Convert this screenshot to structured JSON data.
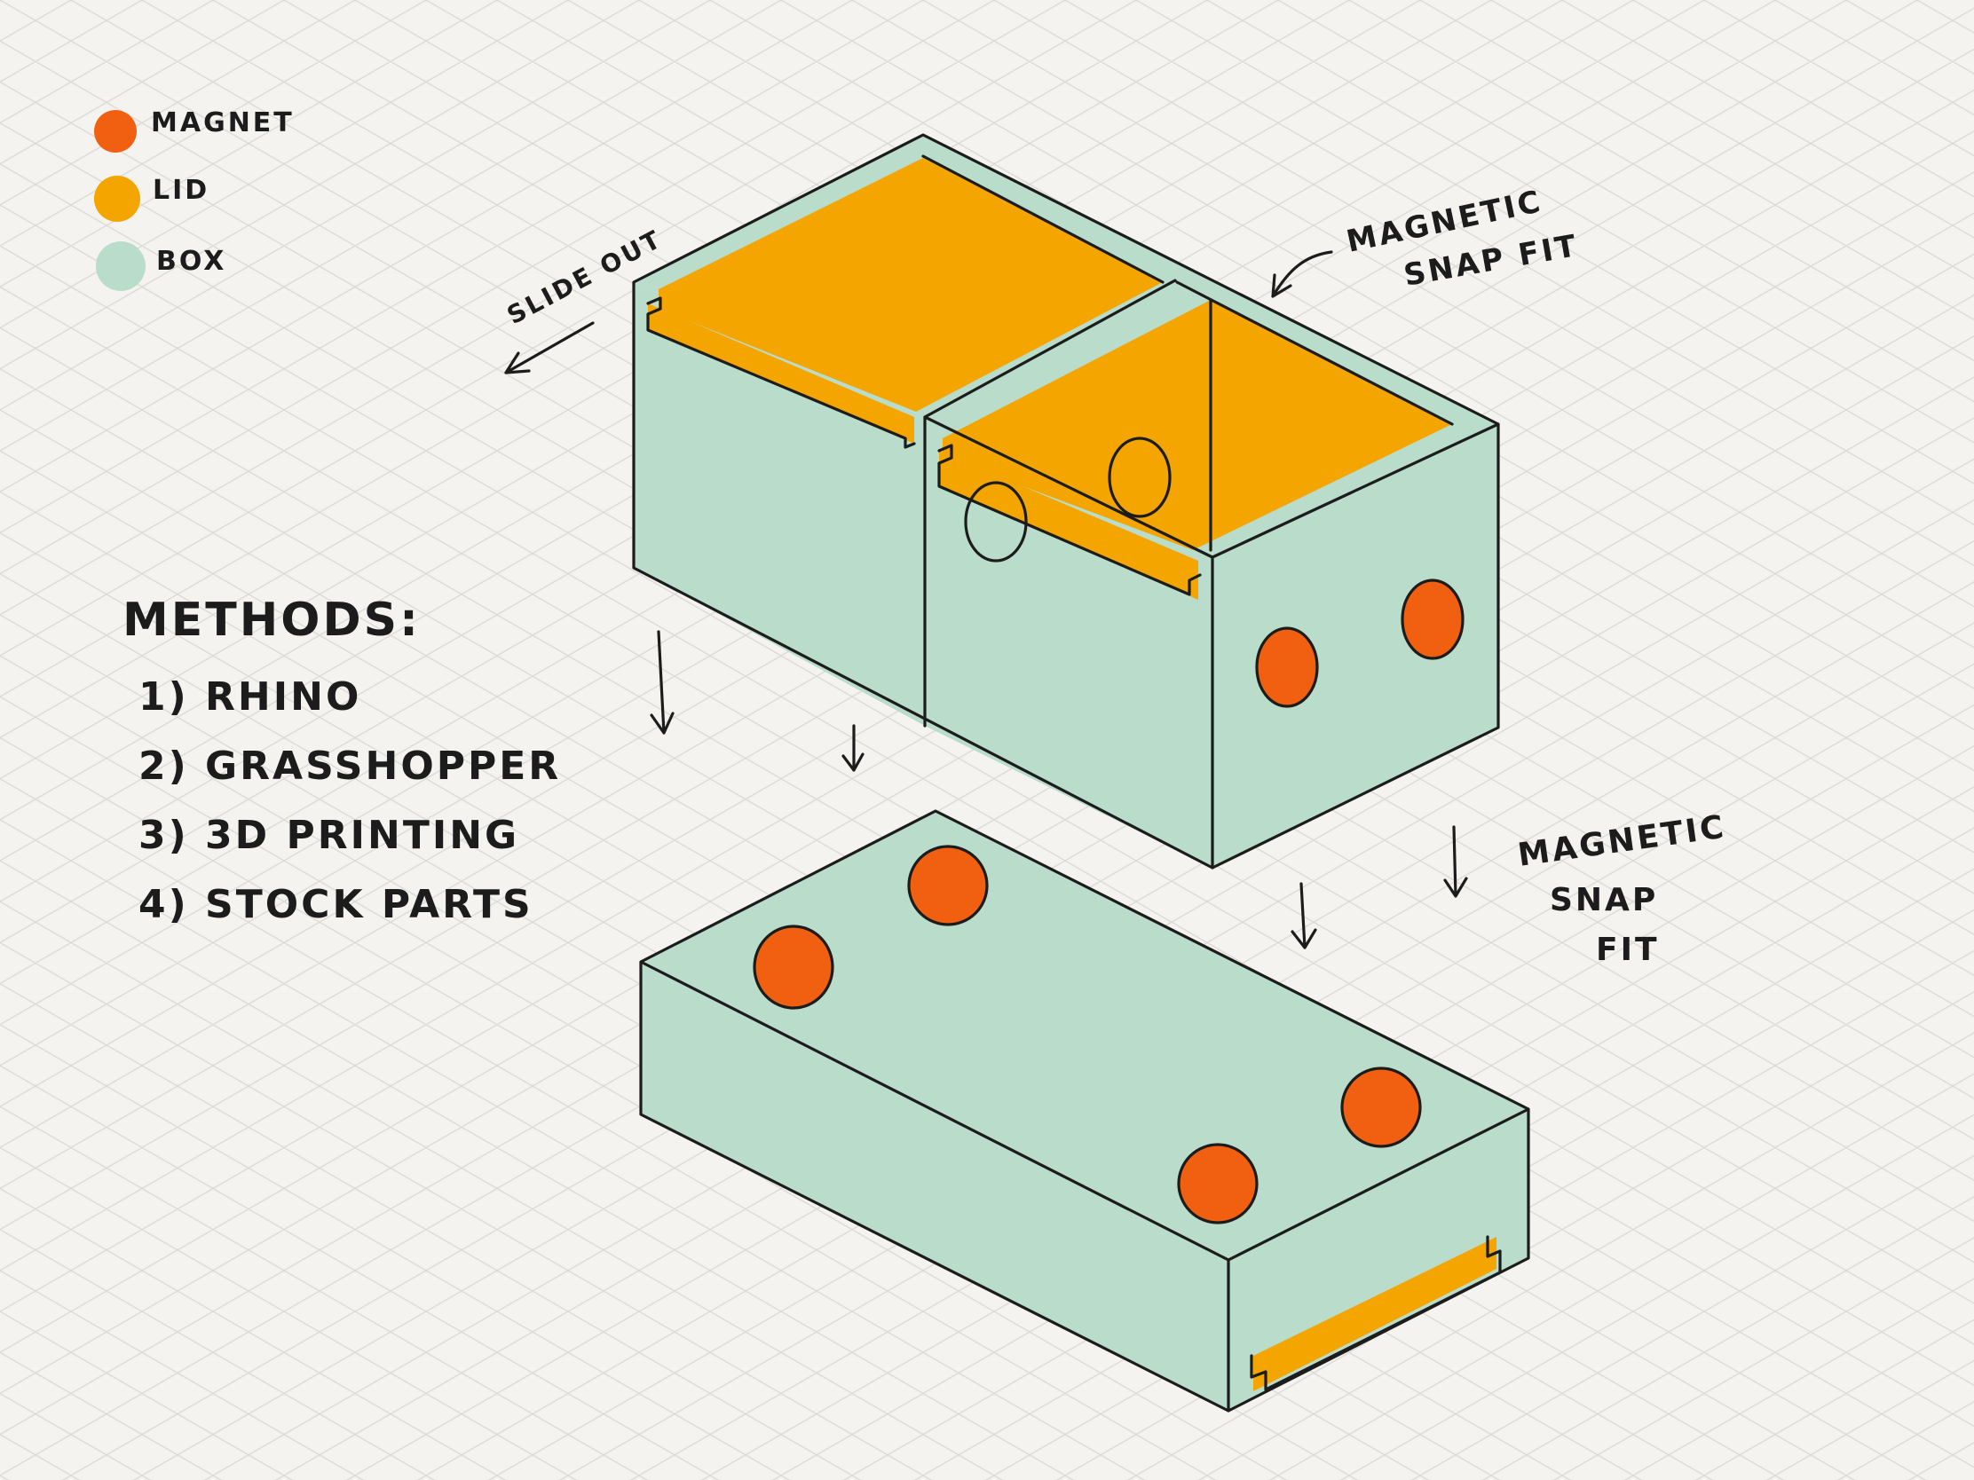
{
  "legend": {
    "items": [
      {
        "label": "MAGNET",
        "color": "#ff6a13"
      },
      {
        "label": "LID",
        "color": "#f4a500"
      },
      {
        "label": "BOX",
        "color": "#b9dccb"
      }
    ]
  },
  "methods": {
    "title": "METHODS:",
    "items": [
      "1) RHINO",
      "2) GRASSHOPPER",
      "3) 3D PRINTING",
      "4) STOCK PARTS"
    ]
  },
  "annotations": {
    "slide_out": "SLIDE OUT",
    "top_snap_line1": "MAGNETIC",
    "top_snap_line2": "SNAP FIT",
    "right_snap_line1": "MAGNETIC",
    "right_snap_line2": "SNAP",
    "right_snap_line3": "FIT"
  },
  "colors": {
    "background": "#f4f3ef",
    "grid": "#dcdbd6",
    "box": "#b9dccb",
    "lid": "#f4a500",
    "magnet": "#f06010",
    "ink": "#1c1c1c"
  }
}
